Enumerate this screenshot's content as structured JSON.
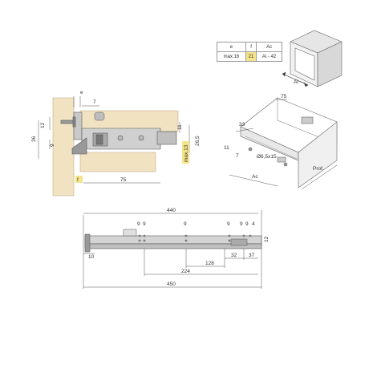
{
  "spec_table": {
    "headers": [
      "e",
      "f",
      "Ac"
    ],
    "row": [
      "max.16",
      "21",
      "Ai - 42"
    ]
  },
  "cabinet_view": {
    "label_ai": "Ai"
  },
  "side_section": {
    "dim_e": "e",
    "dim_7": "7",
    "dim_12": "12",
    "dim_36": "36",
    "dim_9": "9",
    "dim_75": "75",
    "dim_26_5": "26,5",
    "dim_11": "11",
    "dim_max13": "max.13",
    "label_f": "f"
  },
  "drawer_view": {
    "dim_75": "75",
    "dim_33": "33",
    "dim_11": "11",
    "dim_7": "7",
    "screw": "Ø6,5x15",
    "label_ac": "Ac",
    "label_prof": "Prof."
  },
  "runner_view": {
    "dim_440": "440",
    "dim_9a": "9",
    "dim_9b": "9",
    "dim_9c": "9",
    "dim_9d": "9",
    "dim_9e": "9",
    "dim_9f": "9",
    "dim_4": "4",
    "dim_12": "12",
    "dim_10": "10",
    "dim_128": "128",
    "dim_32": "32",
    "dim_37": "37",
    "dim_224": "224",
    "dim_450": "450"
  },
  "colors": {
    "wood": "#f1e2c2",
    "metal": "#d0d0d0",
    "highlight": "#f4e48a",
    "line": "#555555"
  }
}
